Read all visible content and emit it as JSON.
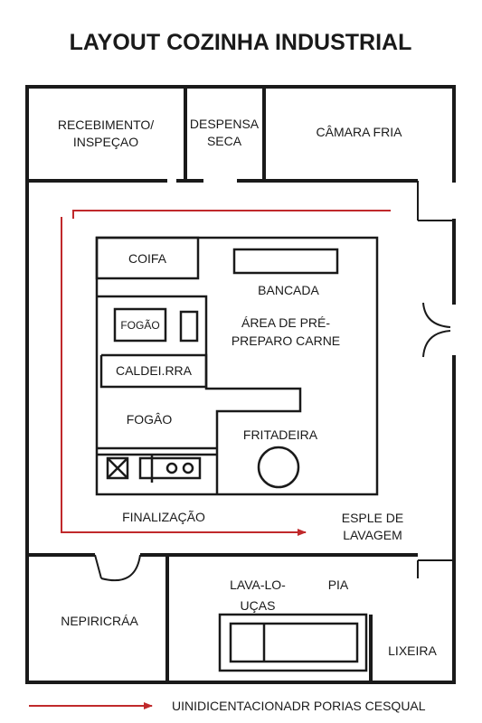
{
  "title": "LAYOUT COZINHA INDUSTRIAL",
  "rooms": {
    "recebimento": [
      "RECEBIMENTO/",
      "INSPEÇAO"
    ],
    "despensa": [
      "DESPENSA",
      "SECA"
    ],
    "camara_fria": "CÂMARA FRIA",
    "coifa": "COIFA",
    "bancada": "BANCADA",
    "pre_preparo": [
      "ÁREA DE PRÉ-",
      "PREPARO CARNE"
    ],
    "fogao_small": "FOGÃO",
    "caldeira": "CALDEI.RRA",
    "fogao": "FOGÂO",
    "fritadeira": "FRITADEIRA",
    "finalizacao": "FINALIZAÇÃO",
    "lavagem": [
      "ESPLE DE",
      "LAVAGEM"
    ],
    "lava_loucas": [
      "LAVA-LO-",
      "UÇAS"
    ],
    "pia": "PIA",
    "nepiricraa": "NEPIRICRÁA",
    "lixeira": "LIXEIRA"
  },
  "legend": {
    "text": "UINIDICENTACIONADR PORIAS CESQUAL"
  },
  "colors": {
    "wall": "#1a1a1a",
    "flow": "#c0292b"
  }
}
